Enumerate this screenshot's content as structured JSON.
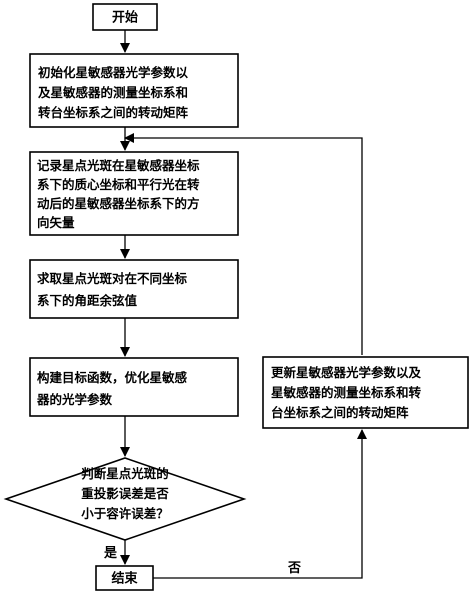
{
  "nodes": {
    "start": {
      "text": "开始"
    },
    "init": {
      "lines": [
        "初始化星敏感器光学参数以",
        "及星敏感器的测量坐标系和",
        "转台坐标系之间的转动矩阵"
      ]
    },
    "record": {
      "lines": [
        "记录星点光斑在星敏感器坐标",
        "系下的质心坐标和平行光在转",
        "动后的星敏感器坐标系下的方",
        "向矢量"
      ]
    },
    "cosine": {
      "lines": [
        "求取星点光斑对在不同坐标",
        "系下的角距余弦值"
      ]
    },
    "objective": {
      "lines": [
        "构建目标函数，优化星敏感",
        "器的光学参数"
      ]
    },
    "decision": {
      "lines": [
        "判断星点光斑的",
        "重投影误差是否",
        "小于容许误差？"
      ]
    },
    "end": {
      "text": "结束"
    },
    "update": {
      "lines": [
        "更新星敏感器光学参数以及",
        "星敏感器的测量坐标系和转",
        "台坐标系之间的转动矩阵"
      ]
    }
  },
  "edge_labels": {
    "yes": "是",
    "no": "否"
  }
}
